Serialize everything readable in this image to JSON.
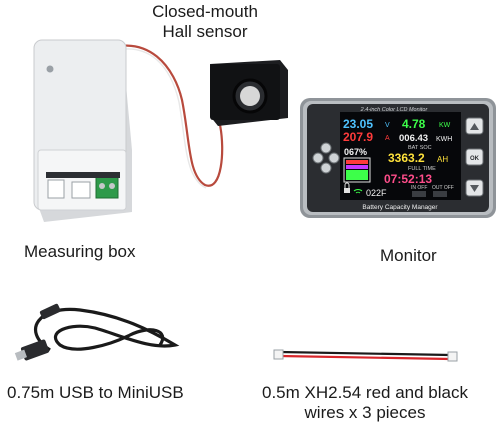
{
  "captions": {
    "hall_sensor_line1": "Closed-mouth",
    "hall_sensor_line2": "Hall sensor",
    "measuring_box": "Measuring box",
    "monitor": "Monitor",
    "usb_cable": "0.75m USB to MiniUSB",
    "wires_line1": "0.5m XH2.54 red and black",
    "wires_line2": "wires x 3 pieces"
  },
  "monitor": {
    "header": "2.4-inch Color LCD Monitor",
    "footer": "Battery Capacity Manager",
    "ok_label": "OK",
    "screen": {
      "voltage": "23.05",
      "voltage_unit": "V",
      "power": "4.78",
      "power_unit": "KW",
      "current": "207.9",
      "current_unit": "A",
      "energy": "006.43",
      "energy_unit": "KWH",
      "bat_soc_label": "BAT SOC",
      "soc_percent": "067%",
      "capacity": "3363.2",
      "capacity_unit": "AH",
      "full_time_label": "FULL TIME",
      "time": "07:52:13",
      "temperature": "022F",
      "in_off": "IN OFF",
      "out_off": "OUT OFF"
    }
  },
  "colors": {
    "voltage": "#4fc3ff",
    "power": "#3dff4a",
    "current": "#ff3b3b",
    "energy": "#f2f2f2",
    "capacity": "#ffe23b",
    "time": "#ff4d8a",
    "screen_bg": "#06070a",
    "bezel": "#2b2d31",
    "box_white": "#e9eaec",
    "cable": "#1a1a1a",
    "wire_red": "#d8262b"
  }
}
